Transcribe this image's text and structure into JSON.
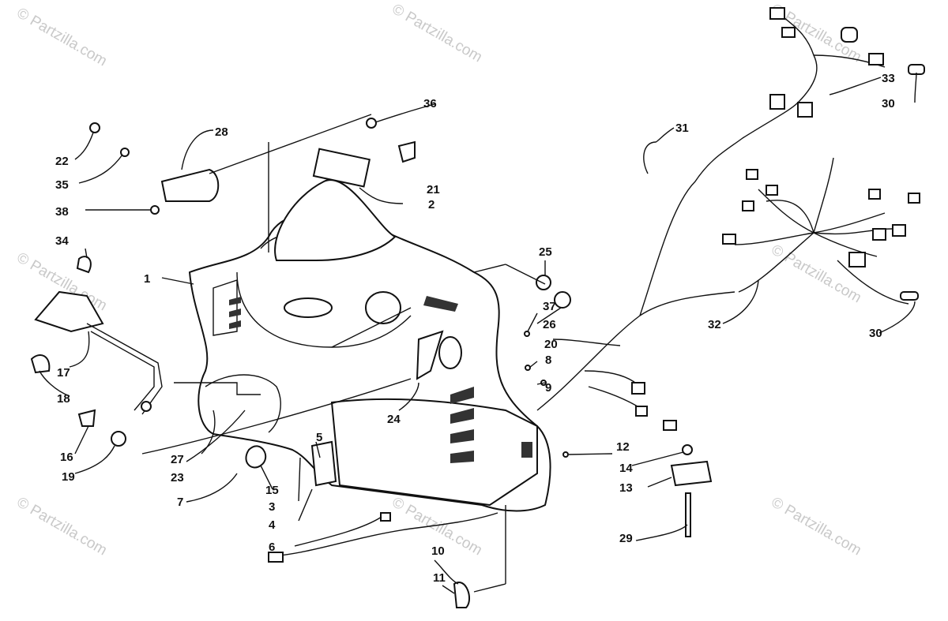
{
  "watermark": {
    "text": "© Partzilla.com",
    "color": "#c9c9c9"
  },
  "callouts": {
    "c1": "1",
    "c2": "2",
    "c3": "3",
    "c4": "4",
    "c5": "5",
    "c6": "6",
    "c7": "7",
    "c8": "8",
    "c9": "9",
    "c10": "10",
    "c11": "11",
    "c12": "12",
    "c13": "13",
    "c14": "14",
    "c15": "15",
    "c16": "16",
    "c17": "17",
    "c18": "18",
    "c19": "19",
    "c20": "20",
    "c21": "21",
    "c22": "22",
    "c23": "23",
    "c24": "24",
    "c25": "25",
    "c26": "26",
    "c27": "27",
    "c28": "28",
    "c29": "29",
    "c30a": "30",
    "c30b": "30",
    "c31": "31",
    "c32": "32",
    "c33": "33",
    "c34": "34",
    "c35": "35",
    "c36": "36",
    "c37": "37",
    "c38": "38"
  }
}
